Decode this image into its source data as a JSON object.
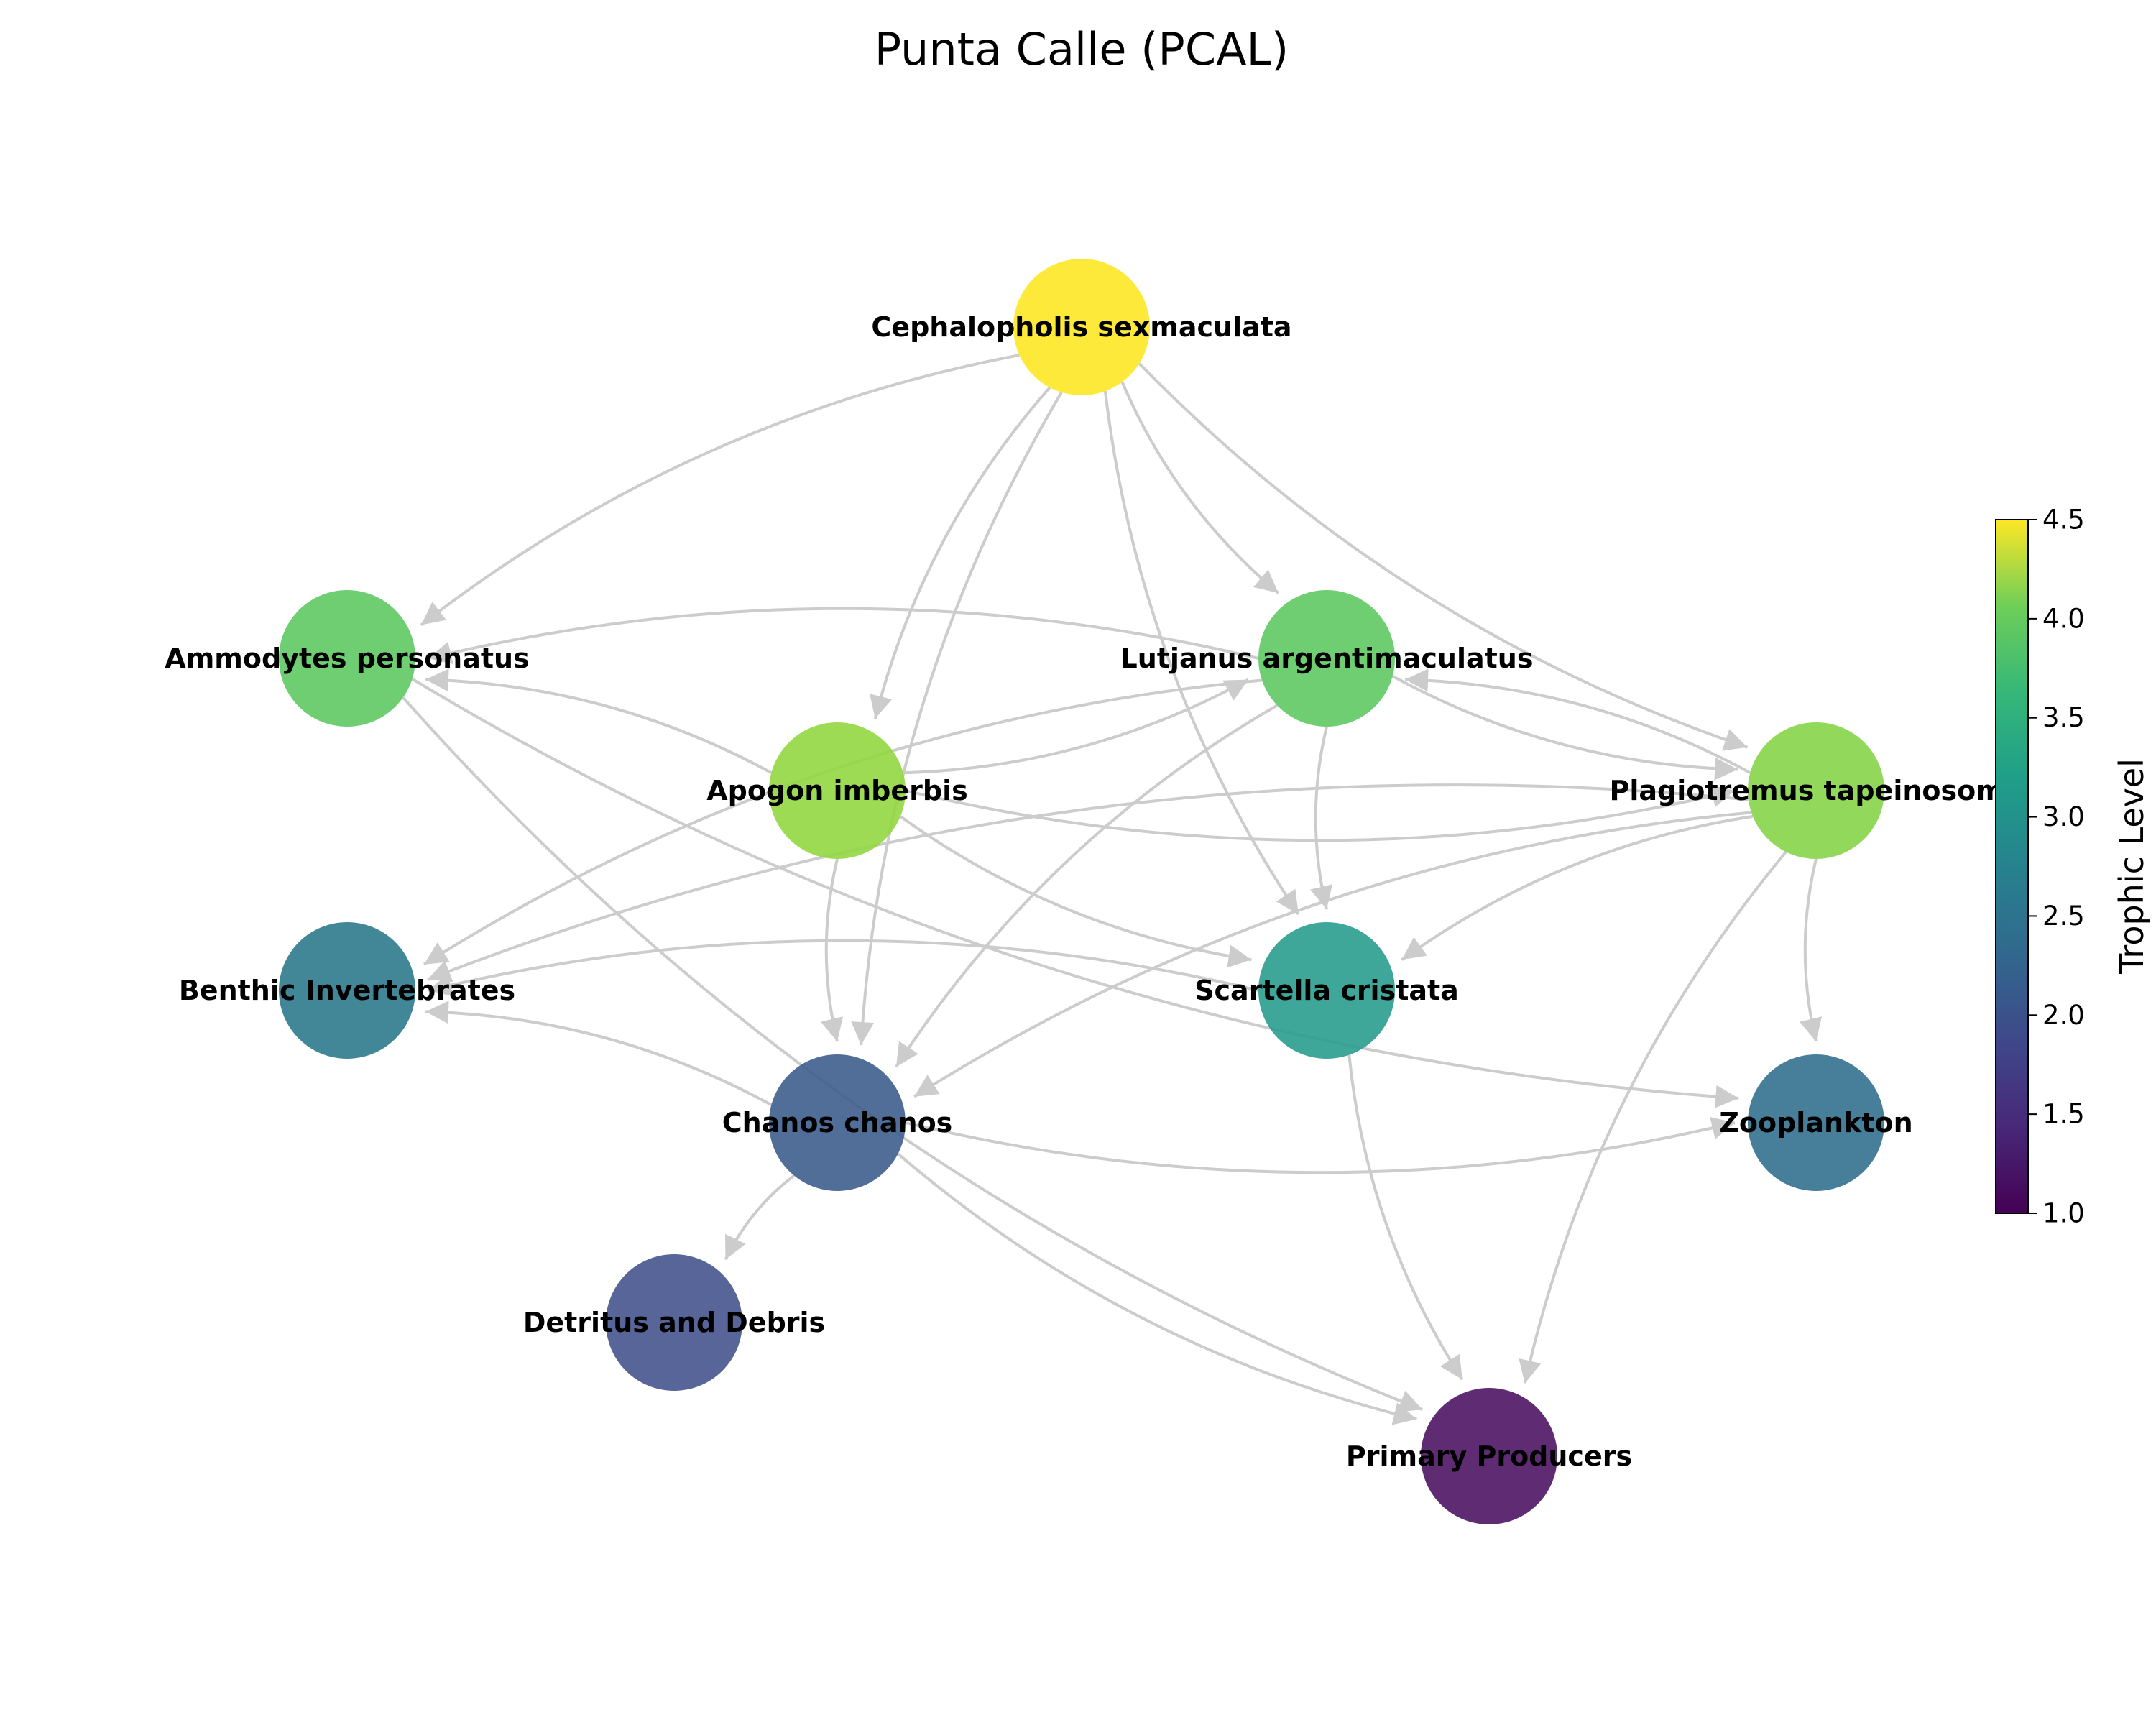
{
  "title": "Punta Calle (PCAL)",
  "colorbar": {
    "label": "Trophic Level",
    "min": 1.0,
    "max": 4.5,
    "ticks": [
      "1.0",
      "1.5",
      "2.0",
      "2.5",
      "3.0",
      "3.5",
      "4.0",
      "4.5"
    ],
    "colormap": "viridis"
  },
  "nodes": [
    {
      "id": "cephalopholis",
      "label": "Cephalopholis sexmaculata",
      "trophic_level": 4.5,
      "color": "#fde725"
    },
    {
      "id": "ammodytes",
      "label": "Ammodytes personatus",
      "trophic_level": 3.7,
      "color": "#5ec962"
    },
    {
      "id": "lutjanus",
      "label": "Lutjanus argentimaculatus",
      "trophic_level": 3.7,
      "color": "#5ec962"
    },
    {
      "id": "apogon",
      "label": "Apogon imberbis",
      "trophic_level": 4.0,
      "color": "#93d741"
    },
    {
      "id": "plagiotremus",
      "label": "Plagiotremus tapeinosoma",
      "trophic_level": 3.9,
      "color": "#86d549"
    },
    {
      "id": "benthic",
      "label": "Benthic Invertebrates",
      "trophic_level": 2.4,
      "color": "#2c7a8c"
    },
    {
      "id": "scartella",
      "label": "Scartella cristata",
      "trophic_level": 3.0,
      "color": "#2a9d8f"
    },
    {
      "id": "chanos",
      "label": "Chanos chanos",
      "trophic_level": 2.0,
      "color": "#3e5e8e"
    },
    {
      "id": "zooplankton",
      "label": "Zooplankton",
      "trophic_level": 2.3,
      "color": "#33708e"
    },
    {
      "id": "detritus",
      "label": "Detritus and Debris",
      "trophic_level": 1.8,
      "color": "#45548e"
    },
    {
      "id": "primary",
      "label": "Primary Producers",
      "trophic_level": 1.0,
      "color": "#4e1565"
    }
  ],
  "edges": [
    {
      "from": "cephalopholis",
      "to": "ammodytes"
    },
    {
      "from": "cephalopholis",
      "to": "apogon"
    },
    {
      "from": "cephalopholis",
      "to": "chanos"
    },
    {
      "from": "cephalopholis",
      "to": "lutjanus"
    },
    {
      "from": "cephalopholis",
      "to": "scartella"
    },
    {
      "from": "cephalopholis",
      "to": "plagiotremus"
    },
    {
      "from": "lutjanus",
      "to": "ammodytes"
    },
    {
      "from": "lutjanus",
      "to": "plagiotremus"
    },
    {
      "from": "lutjanus",
      "to": "scartella"
    },
    {
      "from": "lutjanus",
      "to": "benthic"
    },
    {
      "from": "lutjanus",
      "to": "chanos"
    },
    {
      "from": "apogon",
      "to": "ammodytes"
    },
    {
      "from": "apogon",
      "to": "lutjanus"
    },
    {
      "from": "apogon",
      "to": "plagiotremus"
    },
    {
      "from": "apogon",
      "to": "chanos"
    },
    {
      "from": "apogon",
      "to": "scartella"
    },
    {
      "from": "plagiotremus",
      "to": "lutjanus"
    },
    {
      "from": "plagiotremus",
      "to": "benthic"
    },
    {
      "from": "plagiotremus",
      "to": "scartella"
    },
    {
      "from": "plagiotremus",
      "to": "chanos"
    },
    {
      "from": "plagiotremus",
      "to": "zooplankton"
    },
    {
      "from": "plagiotremus",
      "to": "primary"
    },
    {
      "from": "ammodytes",
      "to": "zooplankton"
    },
    {
      "from": "ammodytes",
      "to": "primary"
    },
    {
      "from": "scartella",
      "to": "benthic"
    },
    {
      "from": "scartella",
      "to": "primary"
    },
    {
      "from": "chanos",
      "to": "benthic"
    },
    {
      "from": "chanos",
      "to": "zooplankton"
    },
    {
      "from": "chanos",
      "to": "detritus"
    },
    {
      "from": "chanos",
      "to": "primary"
    }
  ]
}
